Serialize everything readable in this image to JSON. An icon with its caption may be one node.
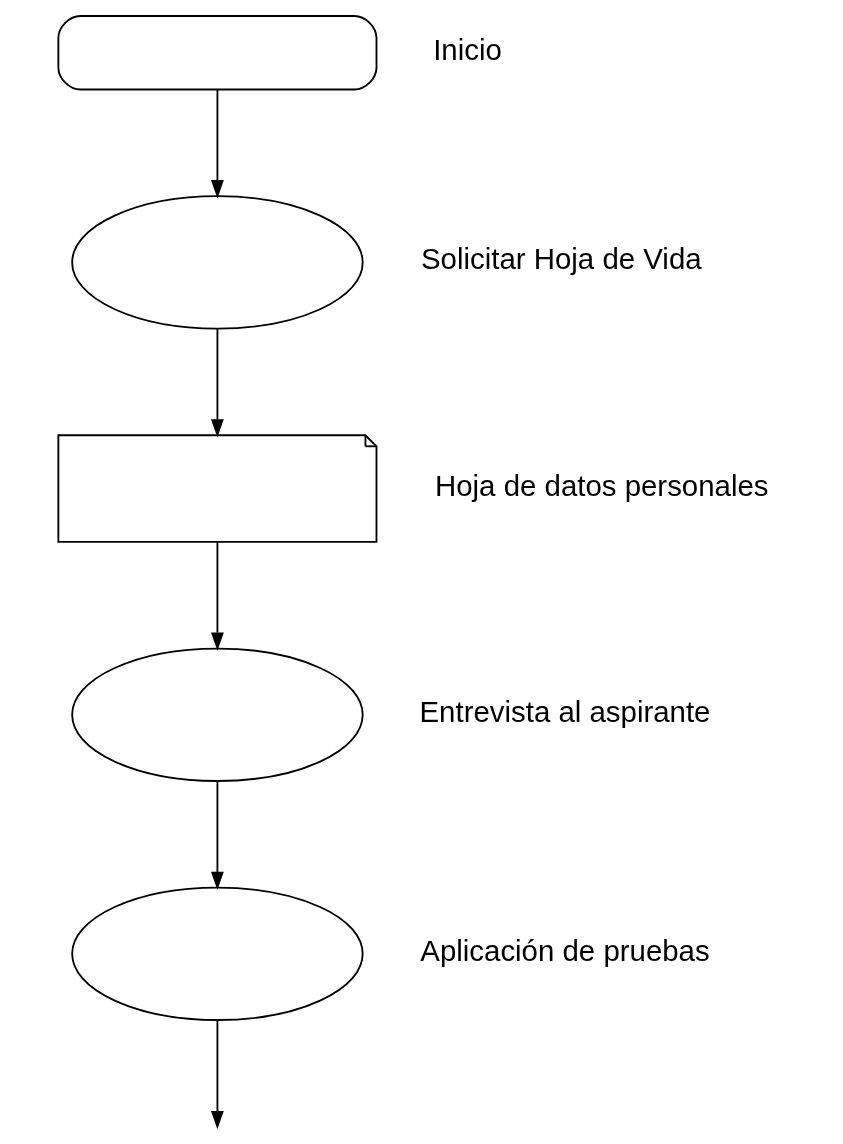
{
  "diagram": {
    "nodes": [
      {
        "text": [],
        "shape": "box",
        "beside": [
          "Inicio"
        ]
      },
      {
        "text": [],
        "shape": "ellipse",
        "beside": [
          "Solicitar Hoja de Vida"
        ]
      },
      {
        "text": [],
        "shape": "document",
        "beside": [
          "Hoja de datos personales"
        ]
      },
      {
        "text": [],
        "shape": "ellipse",
        "beside": [
          "Entrevista al aspirante"
        ]
      },
      {
        "text": [],
        "shape": "ellipse",
        "beside": [
          "Aplicación de pruebas"
        ]
      }
    ],
    "edges": [
      {
        "from": 0,
        "to": 1,
        "arrow": "to"
      },
      {
        "from": 1,
        "to": 2,
        "arrow": "to"
      },
      {
        "from": 2,
        "to": 3,
        "arrow": "to"
      },
      {
        "from": 3,
        "to": 4,
        "arrow": "to"
      },
      {
        "from": 4,
        "to": null,
        "arrow": "to"
      }
    ]
  }
}
